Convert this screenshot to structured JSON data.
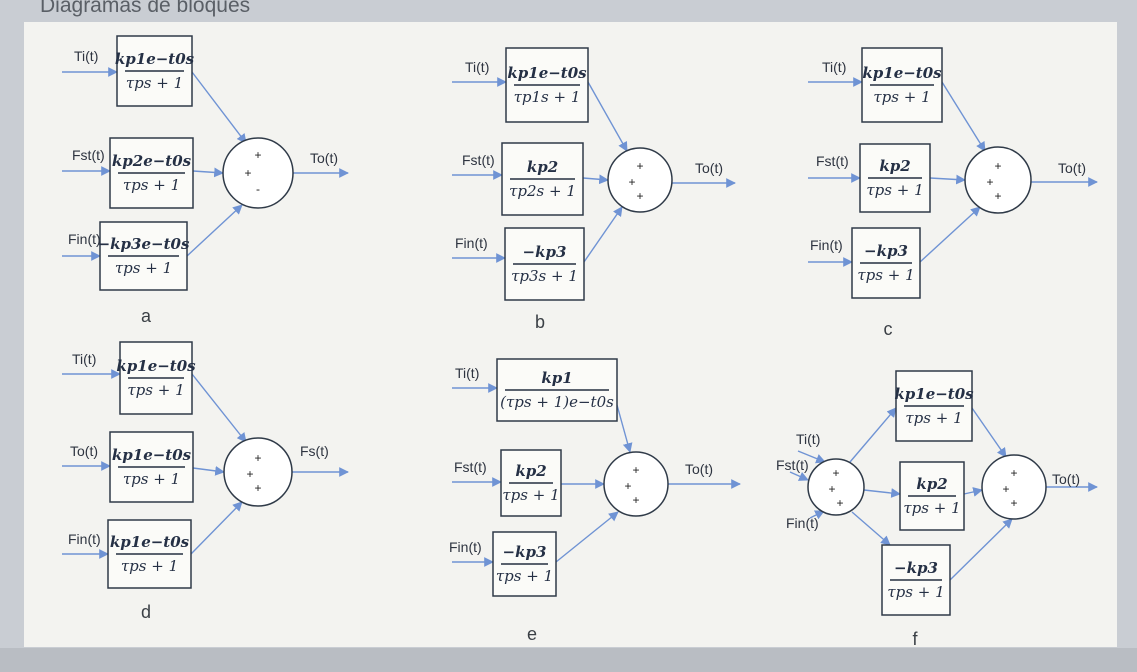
{
  "title": "Diagramas de bloques",
  "tf": {
    "kp1_ext": {
      "num": "kp1e−t0s",
      "den": "τps + 1"
    },
    "kp1_ext_p1": {
      "num": "kp1e−t0s",
      "den": "τp1s + 1"
    },
    "kp2_ext": {
      "num": "kp2e−t0s",
      "den": "τps + 1"
    },
    "neg_kp3_ext": {
      "num": "−kp3e−t0s",
      "den": "τps + 1"
    },
    "kp2_p2": {
      "num": "kp2",
      "den": "τp2s + 1"
    },
    "neg_kp3_p3": {
      "num": "−kp3",
      "den": "τp3s + 1"
    },
    "kp2": {
      "num": "kp2",
      "den": "τps + 1"
    },
    "neg_kp3": {
      "num": "−kp3",
      "den": "τps + 1"
    },
    "kp1_delay_den": {
      "num": "kp1",
      "den": "(τps + 1)e−t0s"
    }
  },
  "signals": {
    "Ti": "Ti(t)",
    "Fst": "Fst(t)",
    "Fin": "Fin(t)",
    "To": "To(t)",
    "Fs": "Fs(t)"
  },
  "signs": {
    "plus": "+",
    "minus": "-"
  },
  "panels": [
    "a",
    "b",
    "c",
    "d",
    "e",
    "f"
  ]
}
